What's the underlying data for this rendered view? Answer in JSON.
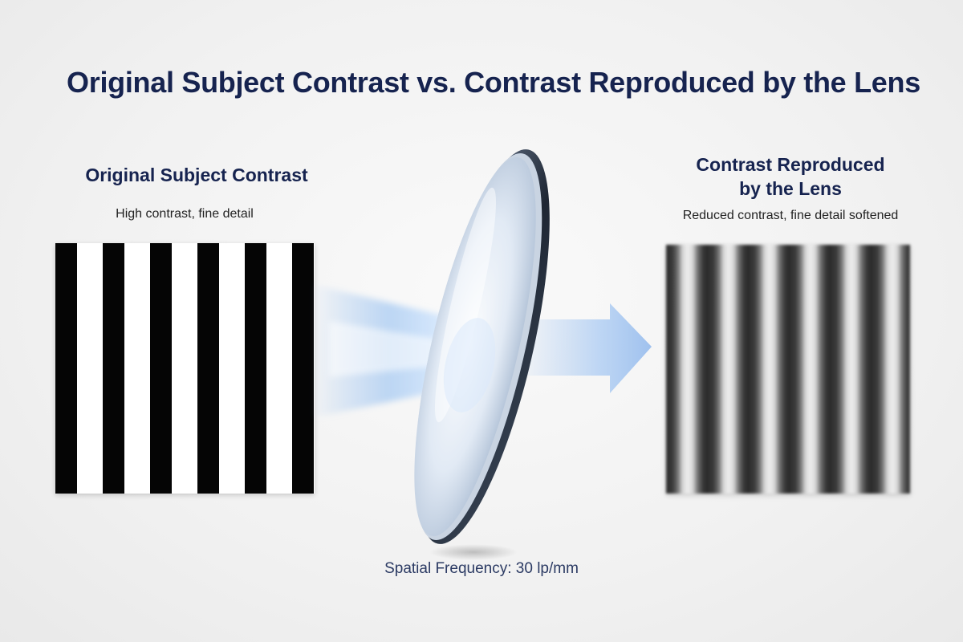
{
  "title": "Original Subject Contrast vs. Contrast Reproduced by the Lens",
  "left_panel": {
    "title": "Original Subject Contrast",
    "subtitle": "High contrast, fine detail"
  },
  "right_panel": {
    "title_line1": "Contrast Reproduced",
    "title_line2": "by the Lens",
    "subtitle": "Reduced contrast, fine detail softened"
  },
  "footer": {
    "spatial_frequency": "Spatial Frequency: 30 lp/mm"
  },
  "colors": {
    "title": "#16234f",
    "beam": "#9ec3ef",
    "arrow": "#b9d2f2"
  },
  "icons": {
    "lens": "lens-icon",
    "arrow": "arrow-right-icon"
  }
}
